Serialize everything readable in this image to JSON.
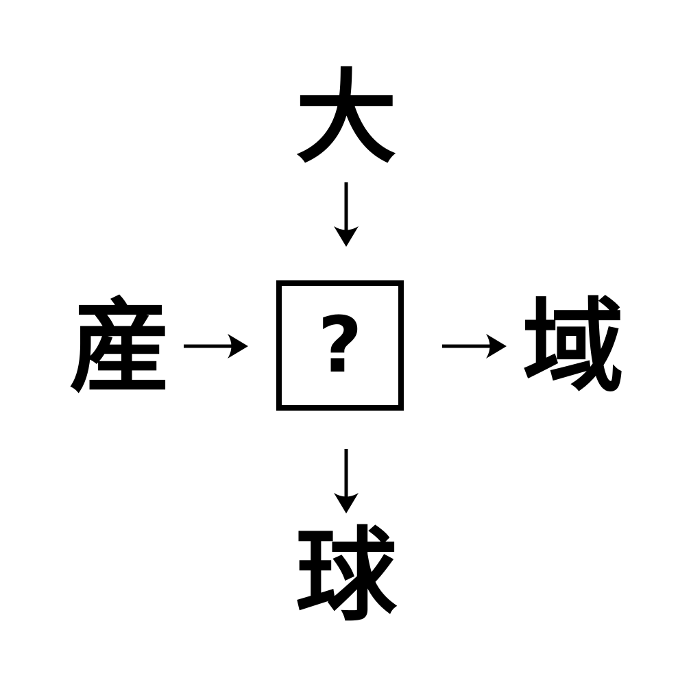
{
  "puzzle": {
    "top_kanji": "大",
    "left_kanji": "産",
    "right_kanji": "域",
    "bottom_kanji": "球",
    "center_placeholder": "?"
  },
  "icons": {
    "arrow_top": "arrow-down-icon",
    "arrow_left": "arrow-right-icon",
    "arrow_right": "arrow-right-icon",
    "arrow_bottom": "arrow-down-icon"
  },
  "colors": {
    "ink": "#000000",
    "background": "#ffffff"
  }
}
